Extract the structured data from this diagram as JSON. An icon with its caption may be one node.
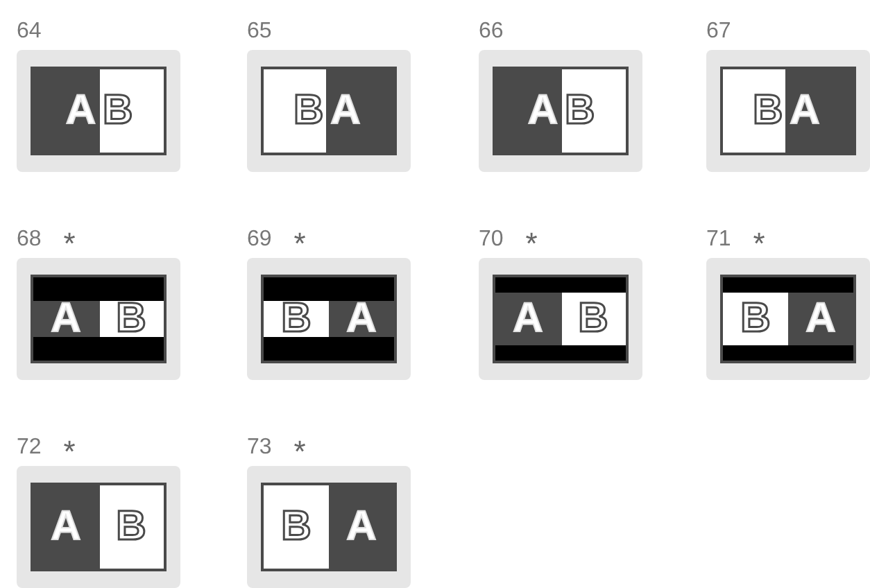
{
  "diagram": {
    "nodes": [
      {
        "text": [
          "A",
          "B"
        ],
        "beside": [
          "64"
        ]
      },
      {
        "text": [
          "B",
          "A"
        ],
        "beside": [
          "65"
        ]
      },
      {
        "text": [
          "A",
          "B"
        ],
        "beside": [
          "66"
        ]
      },
      {
        "text": [
          "B",
          "A"
        ],
        "beside": [
          "67"
        ]
      },
      {
        "text": [
          "A",
          "B"
        ],
        "beside": [
          "68",
          "*"
        ]
      },
      {
        "text": [
          "B",
          "A"
        ],
        "beside": [
          "69",
          "*"
        ]
      },
      {
        "text": [
          "A",
          "B"
        ],
        "beside": [
          "70",
          "*"
        ]
      },
      {
        "text": [
          "B",
          "A"
        ],
        "beside": [
          "71",
          "*"
        ]
      },
      {
        "text": [
          "A",
          "B"
        ],
        "beside": [
          "72",
          "*"
        ]
      },
      {
        "text": [
          "B",
          "A"
        ],
        "beside": [
          "73",
          "*"
        ]
      }
    ]
  }
}
